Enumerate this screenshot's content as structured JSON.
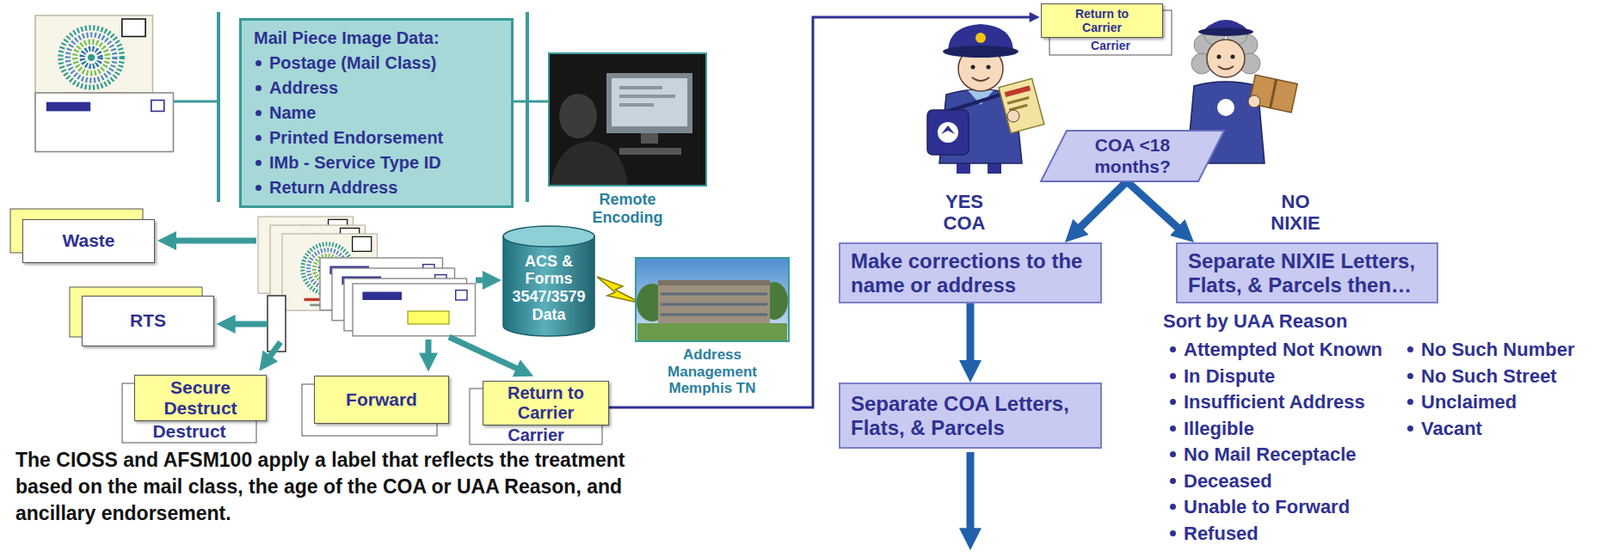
{
  "diagram": {
    "caption": "The CIOSS and AFSM100 apply a label that reflects the treatment based on the mail class, the age of the COA or UAA Reason, and ancillary endorsement.",
    "nodes": [
      {
        "text": [
          "Mail Piece Image Data:",
          "Postage (Mail Class)",
          "Address",
          "Name",
          "Printed Endorsement",
          "IMb - Service Type ID",
          "Return Address"
        ]
      },
      {
        "text": [
          "Remote Encoding"
        ]
      },
      {
        "text": [
          "Waste"
        ]
      },
      {
        "text": [
          "RTS"
        ]
      },
      {
        "text": [
          "ACS & Forms 3547/3579 Data"
        ]
      },
      {
        "text": [
          "Address Management Memphis TN"
        ]
      },
      {
        "text": [
          "Secure Destruct"
        ]
      },
      {
        "text": [
          "Forward"
        ]
      },
      {
        "text": [
          "Return to Carrier"
        ]
      },
      {
        "text": [
          "Return to Carrier"
        ]
      },
      {
        "text": [
          "COA <18 months?"
        ]
      },
      {
        "text": [
          "Make corrections to the name or address"
        ]
      },
      {
        "text": [
          "Separate NIXIE Letters, Flats, & Parcels then…"
        ]
      },
      {
        "text": [
          "Separate COA Letters, Flats, & Parcels"
        ]
      }
    ],
    "edges": [
      {
        "from": 0,
        "to": 1,
        "arrow": "none"
      },
      {
        "from": 8,
        "to": 9,
        "arrow": "to"
      },
      {
        "from": 10,
        "to": 11,
        "arrow": "to"
      },
      {
        "from": 10,
        "to": 12,
        "arrow": "to"
      },
      {
        "from": 11,
        "to": 13,
        "arrow": "to"
      }
    ],
    "labels": [
      "Destruct",
      "Carrier",
      "Carrier",
      "YES COA",
      "NO NIXIE",
      "Sort by UAA Reason",
      "Attempted Not Known",
      "In Dispute",
      "Insufficient Address",
      "Illegible",
      "No Mail Receptacle",
      "Deceased",
      "Unable to Forward",
      "Refused",
      "No Such Number",
      "No Such Street",
      "Unclaimed",
      "Vacant"
    ]
  }
}
